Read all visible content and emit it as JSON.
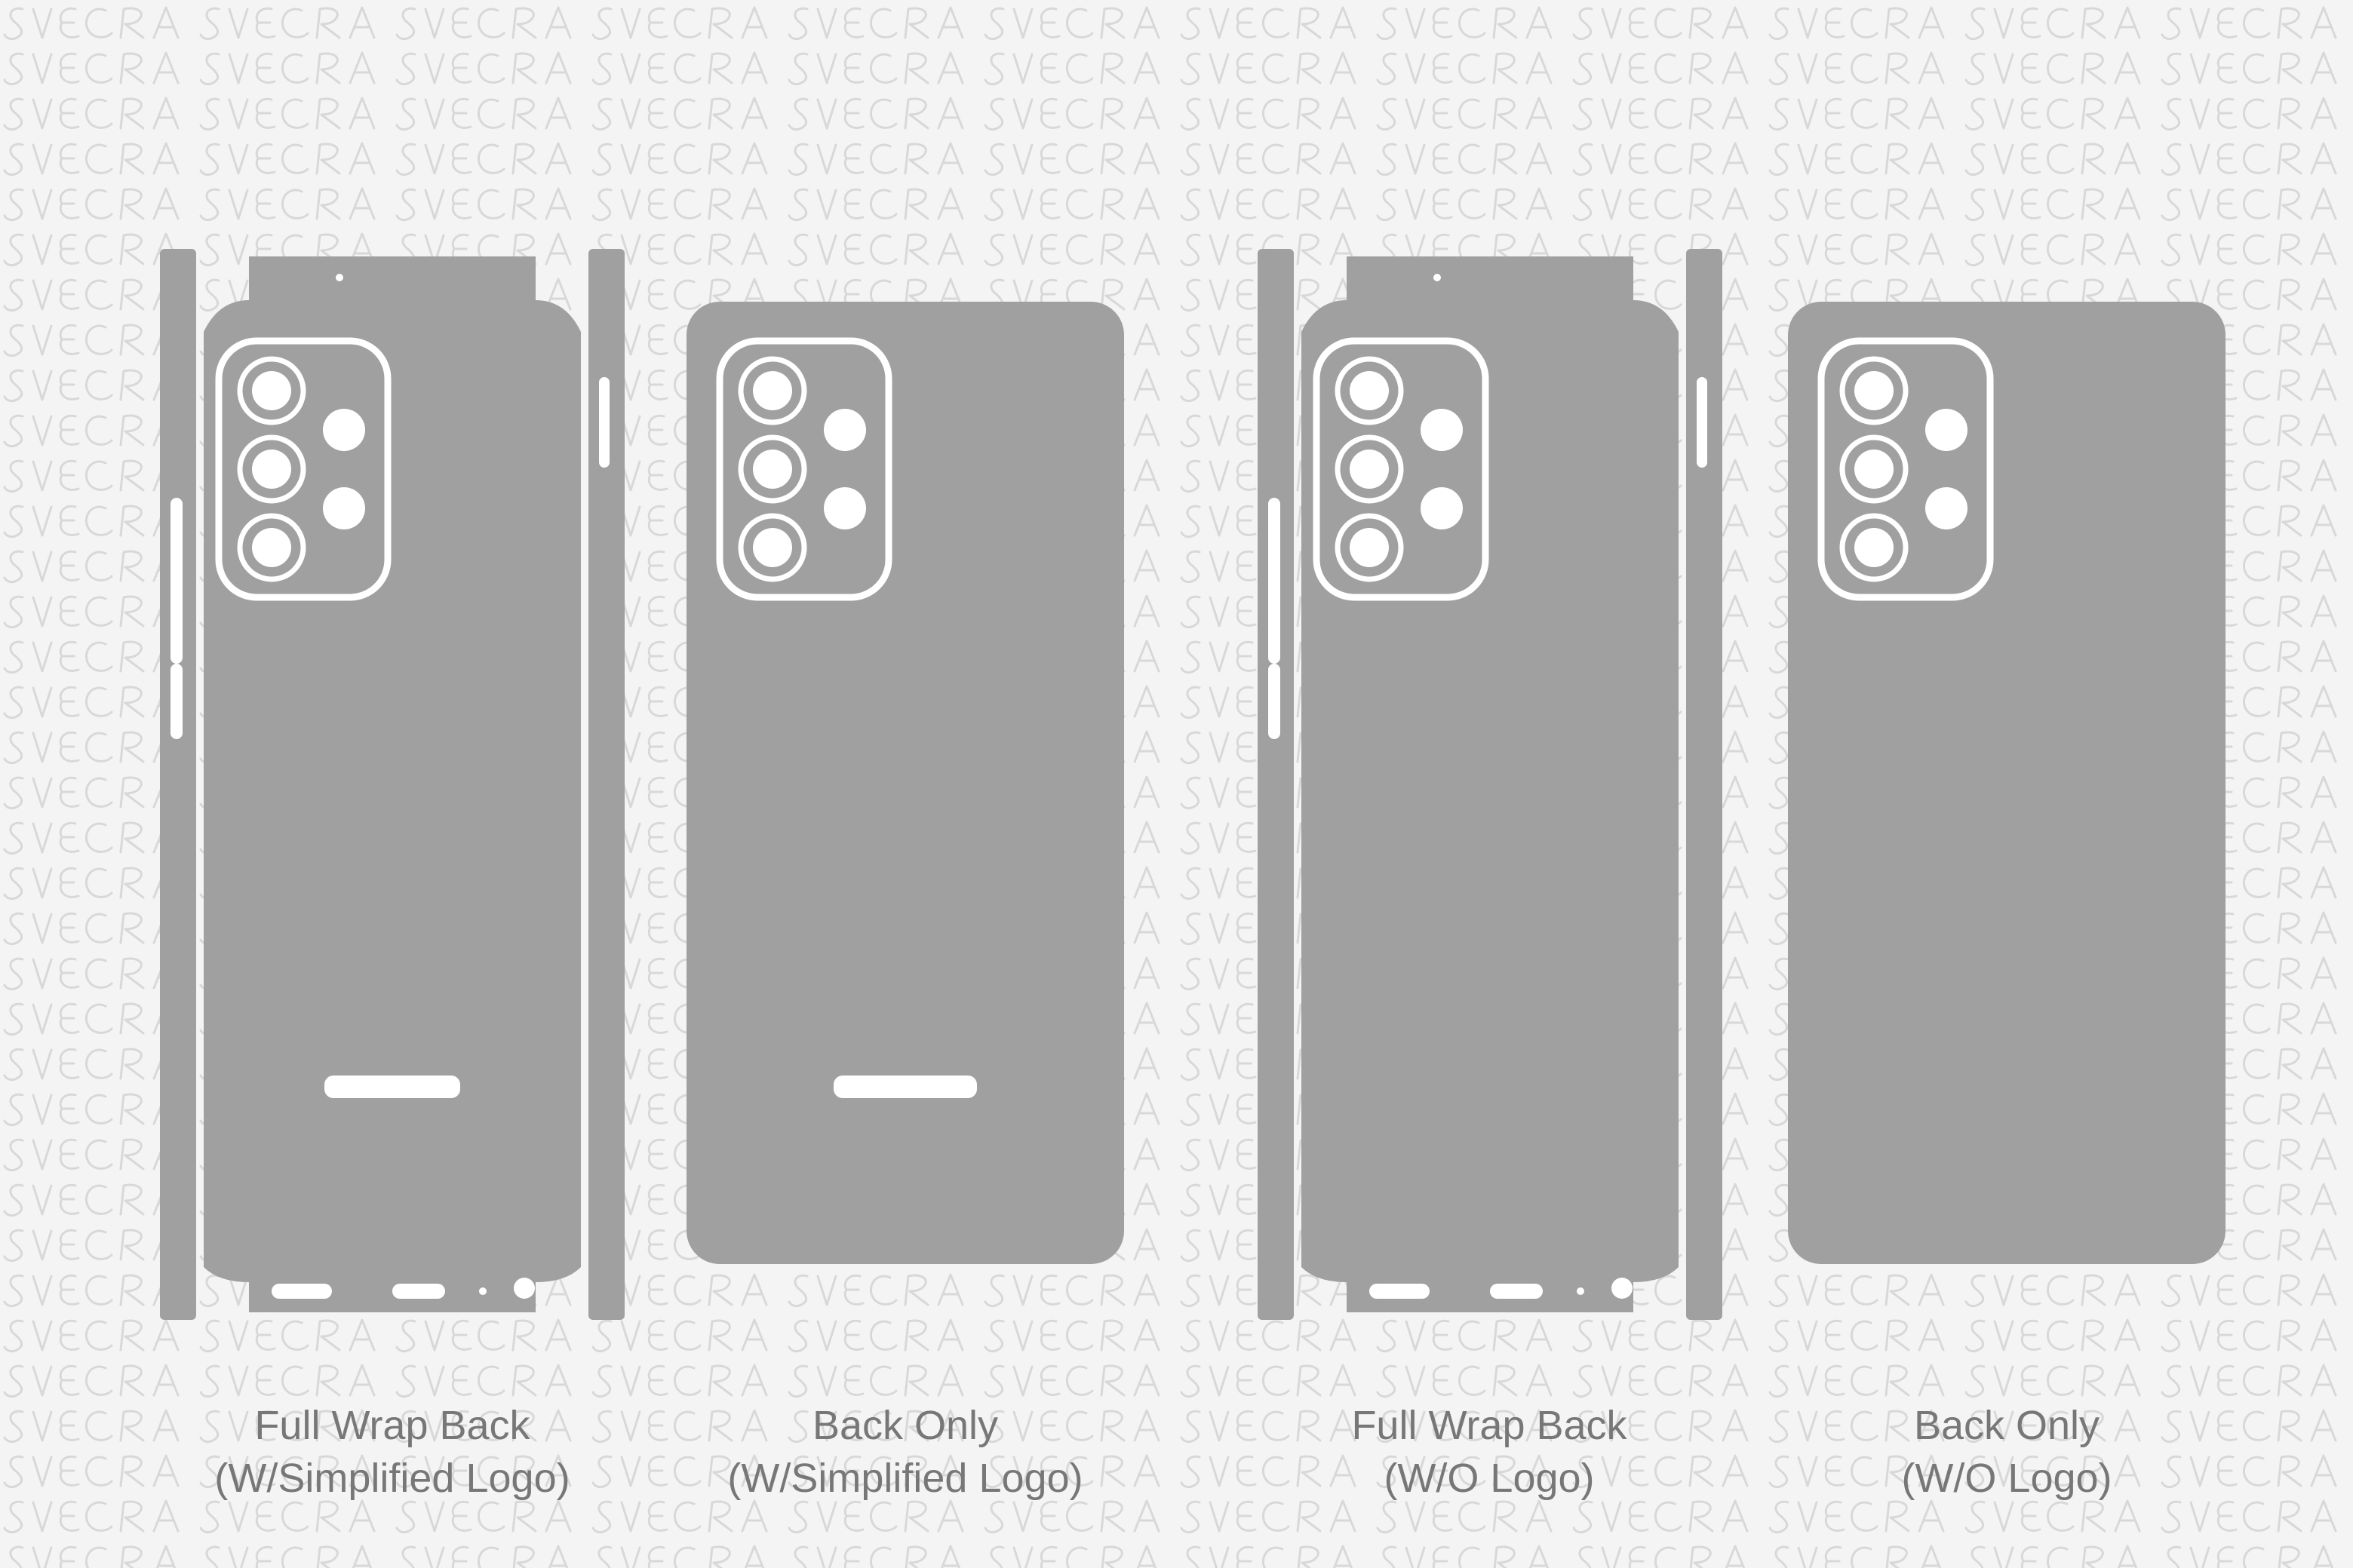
{
  "colors": {
    "background": "#f4f4f4",
    "template_fill": "#a0a0a0",
    "cutout": "#ffffff",
    "caption_text": "#777777",
    "watermark_stroke": "#d8d8d8"
  },
  "watermark": {
    "text": "SVECRA",
    "icon": "svecra-watermark-pattern"
  },
  "templates": [
    {
      "kind": "full-wrap",
      "logo": true,
      "line1": "Full Wrap Back",
      "line2": "(W/Simplified Logo)"
    },
    {
      "kind": "back-only",
      "logo": true,
      "line1": "Back Only",
      "line2": "(W/Simplified Logo)"
    },
    {
      "kind": "full-wrap",
      "logo": false,
      "line1": "Full Wrap Back",
      "line2": "(W/O Logo)"
    },
    {
      "kind": "back-only",
      "logo": false,
      "line1": "Back Only",
      "line2": "(W/O Logo)"
    }
  ]
}
